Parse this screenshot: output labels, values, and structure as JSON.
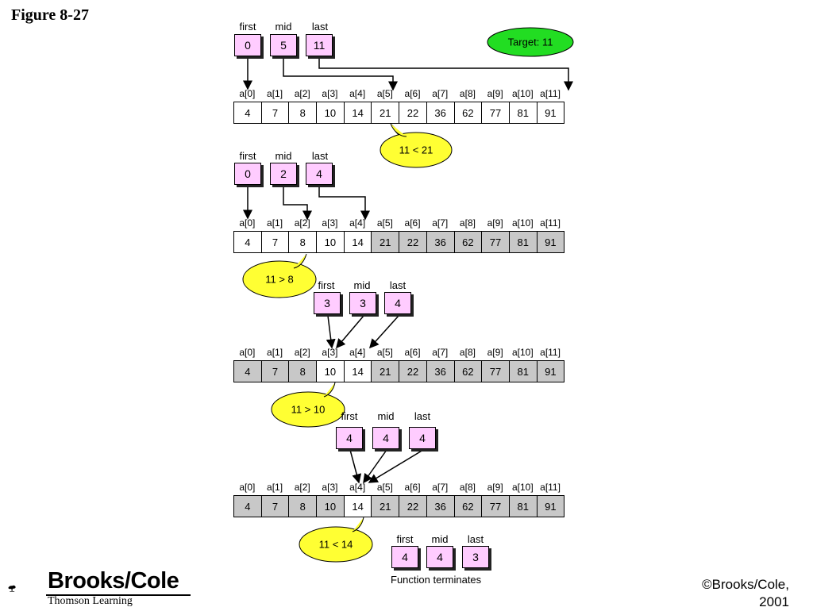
{
  "figure_title": "Figure 8-27",
  "target_label": "Target:  11",
  "index_labels": [
    "a[0]",
    "a[1]",
    "a[2]",
    "a[3]",
    "a[4]",
    "a[5]",
    "a[6]",
    "a[7]",
    "a[8]",
    "a[9]",
    "a[10]",
    "a[11]"
  ],
  "array_values": [
    "4",
    "7",
    "8",
    "10",
    "14",
    "21",
    "22",
    "36",
    "62",
    "77",
    "81",
    "91"
  ],
  "pointer_names": [
    "first",
    "mid",
    "last"
  ],
  "steps": [
    {
      "first": "0",
      "mid": "5",
      "last": "11",
      "comparison": "11 < 21",
      "shaded": []
    },
    {
      "first": "0",
      "mid": "2",
      "last": "4",
      "comparison": "11 >  8",
      "shaded": [
        5,
        6,
        7,
        8,
        9,
        10,
        11
      ]
    },
    {
      "first": "3",
      "mid": "3",
      "last": "4",
      "comparison": "11 > 10",
      "shaded": [
        0,
        1,
        2,
        5,
        6,
        7,
        8,
        9,
        10,
        11
      ]
    },
    {
      "first": "4",
      "mid": "4",
      "last": "4",
      "comparison": "11 < 14",
      "shaded": [
        0,
        1,
        2,
        3,
        5,
        6,
        7,
        8,
        9,
        10,
        11
      ]
    }
  ],
  "final_pointers": {
    "first": "4",
    "mid": "4",
    "last": "3"
  },
  "terminates_label": "Function terminates",
  "logo": {
    "brand": "Brooks/Cole",
    "sub": "Thomson Learning"
  },
  "copyright": {
    "line1": "©Brooks/Cole,",
    "line2": "2001"
  },
  "colors": {
    "pointer_box": "#ffccff",
    "shaded_cell": "#c8c8c8",
    "bubble": "#ffff33",
    "target": "#22dd22"
  }
}
